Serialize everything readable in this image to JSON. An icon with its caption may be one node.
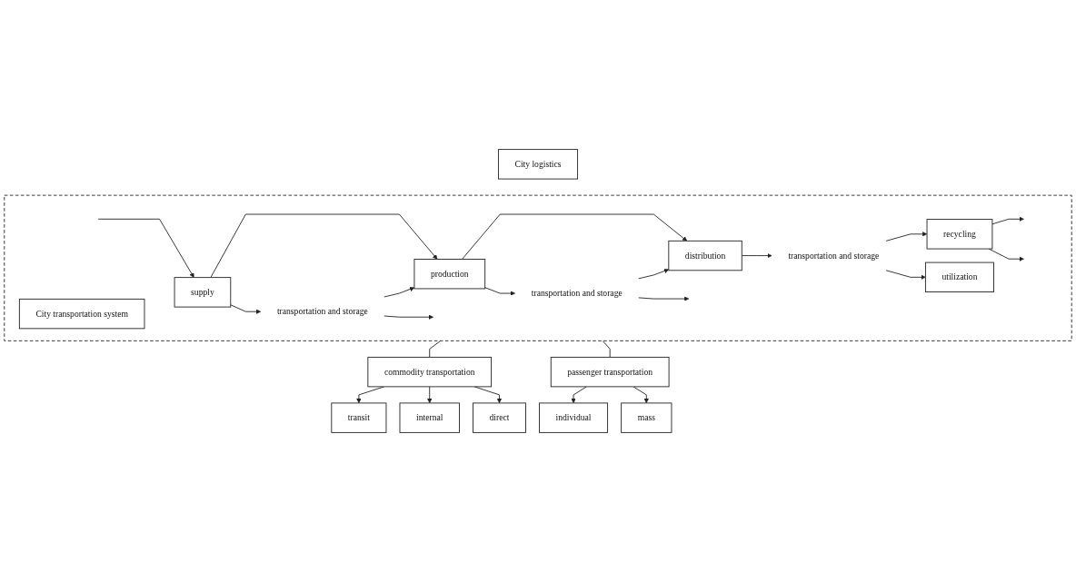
{
  "diagram": {
    "nodes": [
      {
        "text": [
          "City logistics"
        ]
      },
      {
        "text": [],
        "shape": "box"
      },
      {
        "text": [
          "City transportation system"
        ],
        "in": 1
      },
      {
        "text": [
          "supply"
        ],
        "in": 1
      },
      {
        "text": [
          "production"
        ],
        "in": 1
      },
      {
        "text": [
          "distribution"
        ],
        "in": 1
      },
      {
        "text": [
          "transportation and storage"
        ],
        "in": 1
      },
      {
        "text": [
          "transportation and storage"
        ],
        "in": 1
      },
      {
        "text": [
          "transportation and storage"
        ],
        "in": 1
      },
      {
        "text": [
          "recycling"
        ],
        "in": 1
      },
      {
        "text": [
          "utilization"
        ],
        "in": 1
      },
      {
        "text": [
          "commodity transportation"
        ]
      },
      {
        "text": [
          "passenger transportation"
        ]
      },
      {
        "text": [
          "transit"
        ]
      },
      {
        "text": [
          "internal"
        ]
      },
      {
        "text": [
          "direct"
        ]
      },
      {
        "text": [
          "individual"
        ]
      },
      {
        "text": [
          "mass"
        ]
      }
    ],
    "edges": [
      {
        "from": null,
        "to": 3,
        "arrow": "to"
      },
      {
        "from": 3,
        "to": 4,
        "arrow": "to"
      },
      {
        "from": 3,
        "to": 6,
        "arrow": "to"
      },
      {
        "from": 6,
        "to": null,
        "arrow": "to"
      },
      {
        "from": 6,
        "to": 4,
        "arrow": "to"
      },
      {
        "from": 4,
        "to": 5,
        "arrow": "to"
      },
      {
        "from": 4,
        "to": 7,
        "arrow": "to"
      },
      {
        "from": 7,
        "to": null,
        "arrow": "to"
      },
      {
        "from": 7,
        "to": 5,
        "arrow": "to"
      },
      {
        "from": 5,
        "to": 8,
        "arrow": "to"
      },
      {
        "from": 8,
        "to": 9,
        "arrow": "to"
      },
      {
        "from": 8,
        "to": 10,
        "arrow": "to"
      },
      {
        "from": 9,
        "to": null,
        "arrow": "to"
      },
      {
        "from": 9,
        "to": null,
        "arrow": "to"
      },
      {
        "from": 1,
        "to": 11,
        "arrow": "none"
      },
      {
        "from": 1,
        "to": 12,
        "arrow": "none"
      },
      {
        "from": 11,
        "to": 13,
        "arrow": "to"
      },
      {
        "from": 11,
        "to": 14,
        "arrow": "to"
      },
      {
        "from": 11,
        "to": 15,
        "arrow": "to"
      },
      {
        "from": 12,
        "to": 16,
        "arrow": "to"
      },
      {
        "from": 12,
        "to": 17,
        "arrow": "to"
      }
    ]
  }
}
